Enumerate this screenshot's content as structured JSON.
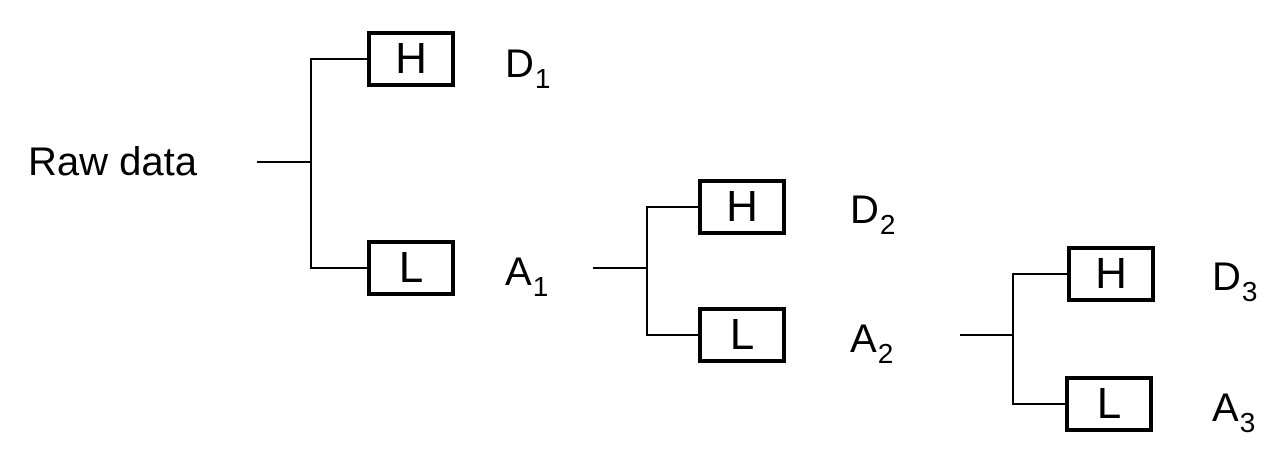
{
  "root": {
    "label": "Raw data"
  },
  "colors": {
    "line": "#000000",
    "text": "#000000",
    "background": "#ffffff"
  },
  "levels": [
    {
      "high": "H",
      "low": "L",
      "detail_base": "D",
      "detail_sub": "1",
      "approx_base": "A",
      "approx_sub": "1"
    },
    {
      "high": "H",
      "low": "L",
      "detail_base": "D",
      "detail_sub": "2",
      "approx_base": "A",
      "approx_sub": "2"
    },
    {
      "high": "H",
      "low": "L",
      "detail_base": "D",
      "detail_sub": "3",
      "approx_base": "A",
      "approx_sub": "3"
    }
  ]
}
